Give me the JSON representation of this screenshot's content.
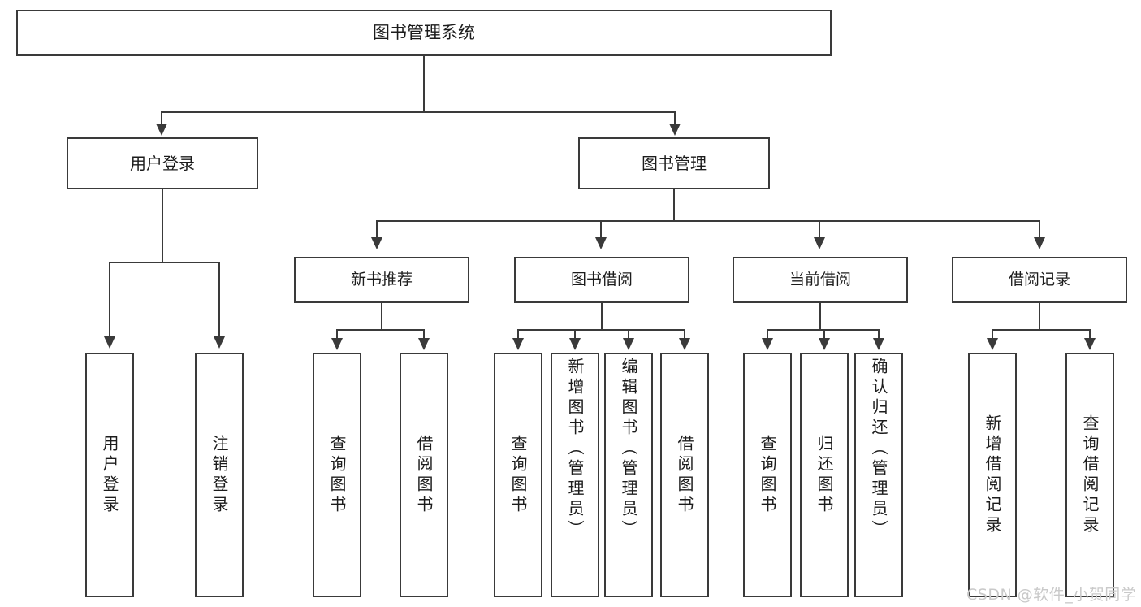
{
  "diagram": {
    "type": "tree-hierarchy",
    "title": "图书管理系统",
    "root": {
      "label": "图书管理系统"
    },
    "level1": [
      {
        "label": "用户登录"
      },
      {
        "label": "图书管理"
      }
    ],
    "level2": [
      {
        "label": "新书推荐"
      },
      {
        "label": "图书借阅"
      },
      {
        "label": "当前借阅"
      },
      {
        "label": "借阅记录"
      }
    ],
    "leaves": {
      "user_login": [
        {
          "label": "用户登录"
        },
        {
          "label": "注销登录"
        }
      ],
      "new_book_recommend": [
        {
          "label": "查询图书"
        },
        {
          "label": "借阅图书"
        }
      ],
      "book_borrow": [
        {
          "label": "查询图书"
        },
        {
          "label": "新增图书（管理员）"
        },
        {
          "label": "编辑图书（管理员）"
        },
        {
          "label": "借阅图书"
        }
      ],
      "current_borrow": [
        {
          "label": "查询图书"
        },
        {
          "label": "归还图书"
        },
        {
          "label": "确认归还（管理员）"
        }
      ],
      "borrow_record": [
        {
          "label": "新增借阅记录"
        },
        {
          "label": "查询借阅记录"
        }
      ]
    }
  },
  "watermark": {
    "text": "CSDN @软件_小贺同学"
  },
  "colors": {
    "stroke": "#3a3a3a",
    "text": "#1c1c1c",
    "background": "#ffffff",
    "watermark": "#c9c9c9"
  }
}
